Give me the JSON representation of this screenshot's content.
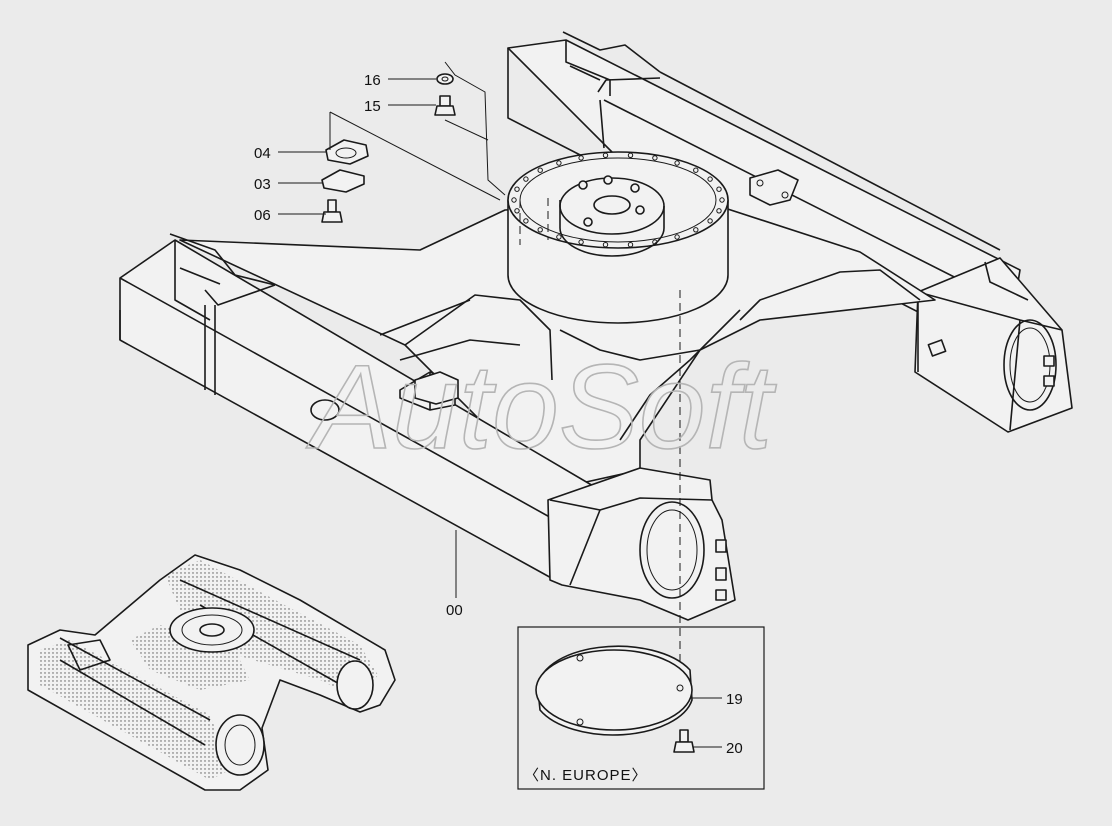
{
  "watermark": "AutoSoft",
  "callouts": [
    {
      "id": "16",
      "label": "16"
    },
    {
      "id": "15",
      "label": "15"
    },
    {
      "id": "04",
      "label": "04"
    },
    {
      "id": "03",
      "label": "03"
    },
    {
      "id": "06",
      "label": "06"
    },
    {
      "id": "00",
      "label": "00"
    },
    {
      "id": "19",
      "label": "19"
    },
    {
      "id": "20",
      "label": "20"
    }
  ],
  "inset": {
    "caption": "〈N. EUROPE〉"
  },
  "colors": {
    "background": "#ebebeb",
    "line": "#1a1a1a",
    "watermark": "#b5b5b5"
  }
}
